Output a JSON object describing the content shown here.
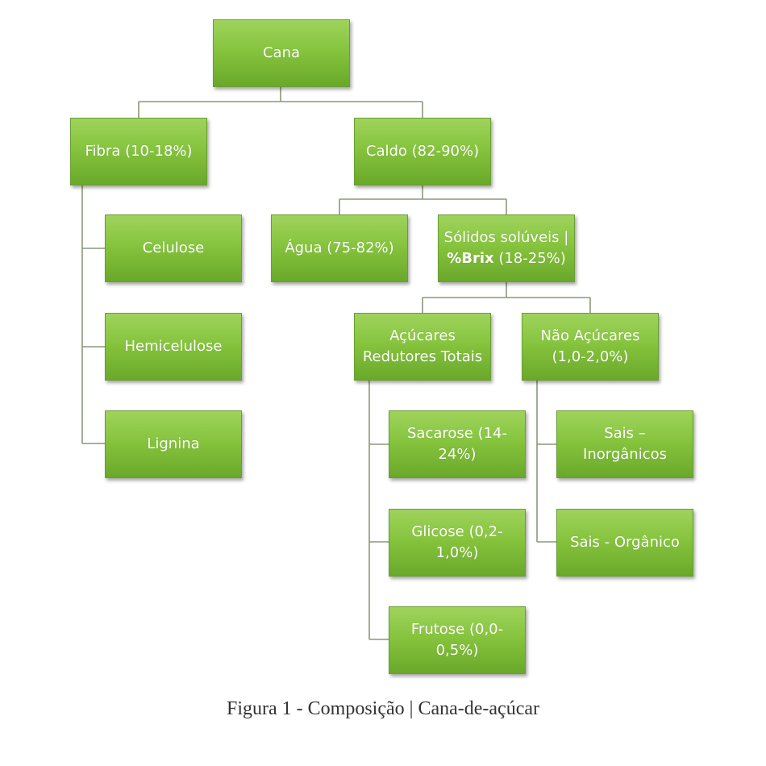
{
  "nodes": {
    "cana": "Cana",
    "fibra": "Fibra (10-18%)",
    "caldo": "Caldo (82-90%)",
    "celulose": "Celulose",
    "hemicelulose": "Hemicelulose",
    "lignina": "Lignina",
    "agua": "Água (75-82%)",
    "solidos": {
      "line1": "Sólidos solúveis |",
      "line2_bold": "%Brix",
      "line2_rest": " (18-25%)"
    },
    "acucares": "Açúcares\nRedutores Totais",
    "nao_acucares": "Não Açúcares\n(1,0-2,0%)",
    "sacarose": "Sacarose (14-\n24%)",
    "glicose": "Glicose (0,2-\n1,0%)",
    "frutose": "Frutose (0,0-\n0,5%)",
    "sais_inorganicos": "Sais –\nInorgânicos",
    "sais_organico": "Sais - Orgânico"
  },
  "caption": "Figura 1 - Composição | Cana-de-açúcar"
}
